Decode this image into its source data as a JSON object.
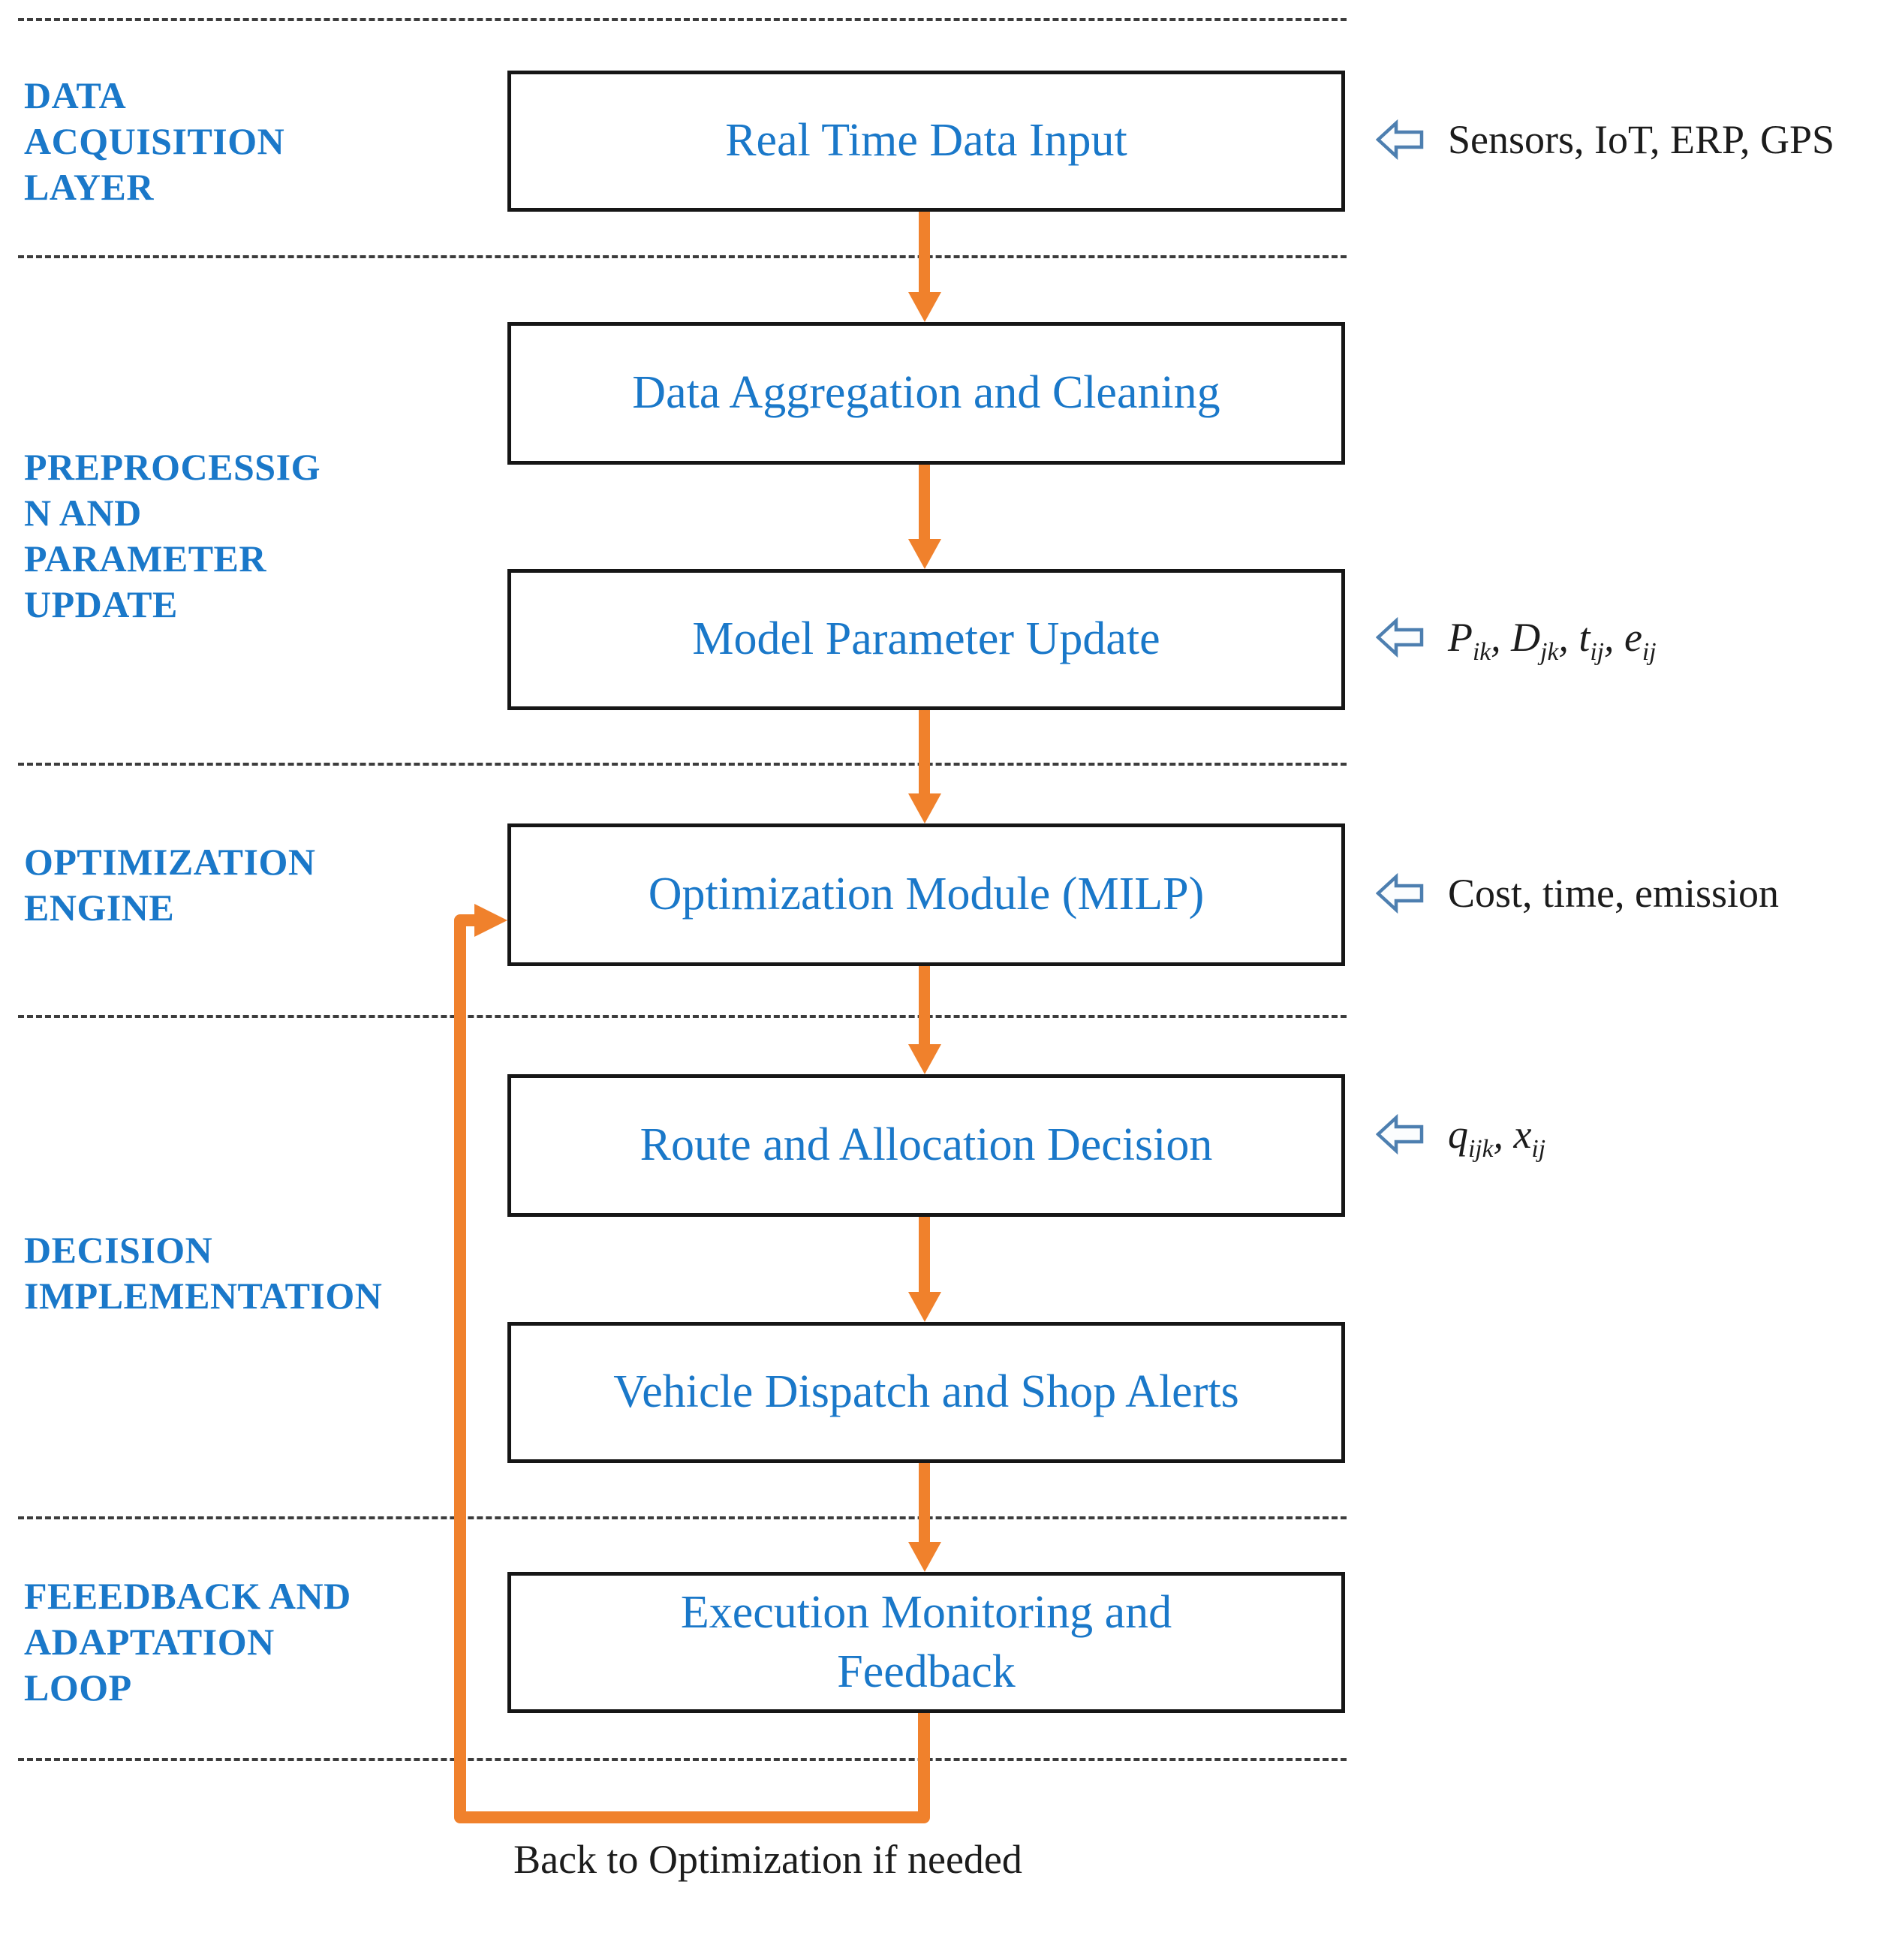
{
  "palette": {
    "accent_blue": "#1a78c9",
    "arrow_orange": "#f0812c",
    "outline_arrow_blue": "#4d7fb0",
    "text_black": "#1c1c1c"
  },
  "layer_labels": [
    {
      "id": "data-acquisition-layer",
      "lines": [
        "DATA",
        "ACQUISITION",
        "LAYER"
      ]
    },
    {
      "id": "preprocessing-and-parameter-update",
      "lines": [
        "PREPROCESSIG",
        "N AND",
        "PARAMETER",
        "UPDATE"
      ]
    },
    {
      "id": "optimization-engine",
      "lines": [
        "OPTIMIZATION",
        "ENGINE"
      ]
    },
    {
      "id": "decision-implementation",
      "lines": [
        "DECISION",
        "IMPLEMENTATION"
      ]
    },
    {
      "id": "feedback-and-adaptation-loop",
      "lines": [
        "FEEEDBACK AND",
        "ADAPTATION",
        "LOOP"
      ]
    }
  ],
  "boxes": [
    {
      "id": "real-time-data-input",
      "label": "Real Time Data Input"
    },
    {
      "id": "data-aggregation-and-cleaning",
      "label": "Data Aggregation and Cleaning"
    },
    {
      "id": "model-parameter-update",
      "label": "Model Parameter Update"
    },
    {
      "id": "optimization-module-milp",
      "label": "Optimization Module (MILP)"
    },
    {
      "id": "route-and-allocation-decision",
      "label": "Route and Allocation Decision"
    },
    {
      "id": "vehicle-dispatch-and-shop-alerts",
      "label": "Vehicle Dispatch and Shop Alerts"
    },
    {
      "id": "execution-monitoring-and-feedback",
      "lines": [
        "Execution Monitoring and",
        "Feedback"
      ]
    }
  ],
  "annotations": [
    {
      "id": "sensors-annotation",
      "text": "Sensors, IoT, ERP, GPS"
    },
    {
      "id": "parameters-annotation",
      "runs": [
        {
          "t": "P"
        },
        {
          "t": "ik",
          "sub": true
        },
        {
          "t": ", "
        },
        {
          "t": "D"
        },
        {
          "t": "jk",
          "sub": true
        },
        {
          "t": ", "
        },
        {
          "t": "t"
        },
        {
          "t": "ij",
          "sub": true
        },
        {
          "t": ",  "
        },
        {
          "t": "e"
        },
        {
          "t": "ij",
          "sub": true
        }
      ]
    },
    {
      "id": "objectives-annotation",
      "text": "Cost, time, emission"
    },
    {
      "id": "decision-variables-annotation",
      "runs": [
        {
          "t": "q"
        },
        {
          "t": "ijk",
          "sub": true
        },
        {
          "t": ",  "
        },
        {
          "t": "x"
        },
        {
          "t": "ij",
          "sub": true
        }
      ]
    }
  ],
  "loop_caption": "Back to Optimization if needed"
}
